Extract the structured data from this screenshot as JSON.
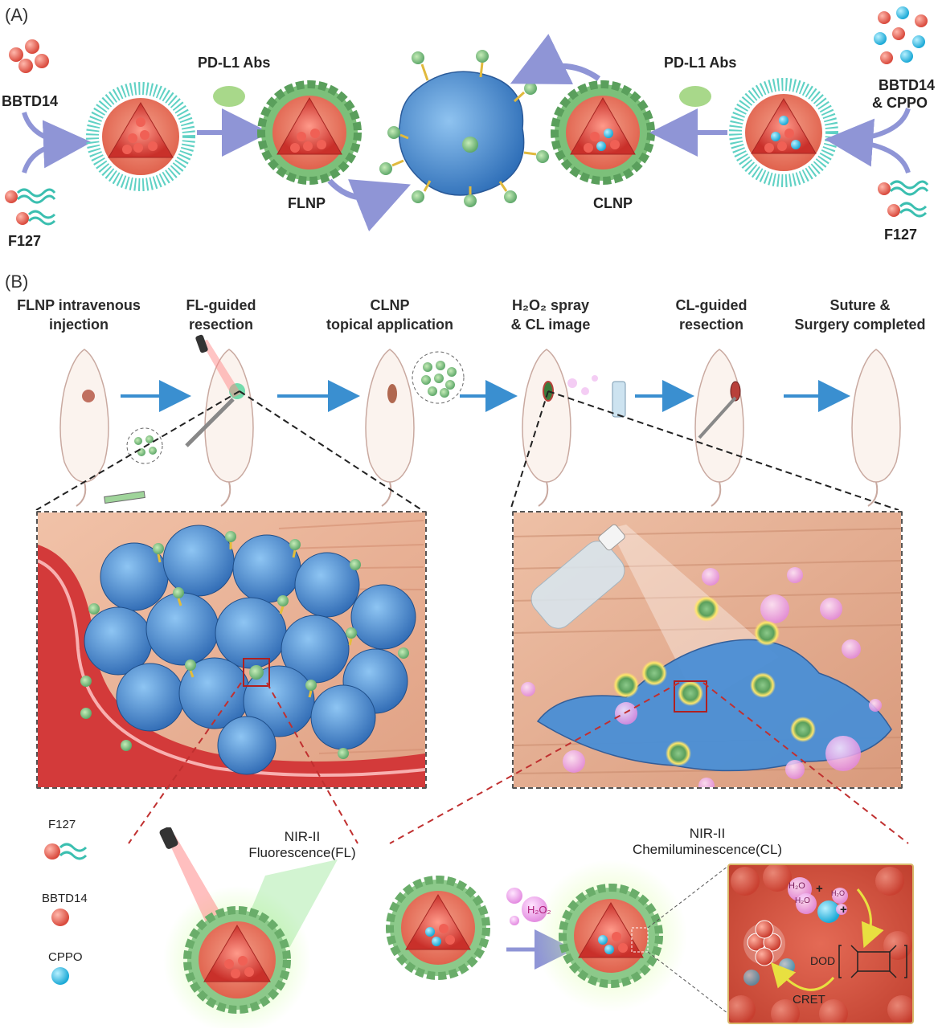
{
  "panel_a": {
    "tag": "(A)",
    "left_dye": "BBTD14",
    "left_polymer": "F127",
    "left_antibody": "PD-L1 Abs",
    "flnp": "FLNP",
    "right_dye_line1": "BBTD14",
    "right_dye_line2": "& CPPO",
    "right_polymer": "F127",
    "right_antibody": "PD-L1 Abs",
    "clnp": "CLNP"
  },
  "panel_b": {
    "tag": "(B)",
    "steps": [
      {
        "line1": "FLNP intravenous",
        "line2": "injection"
      },
      {
        "line1": "FL-guided",
        "line2": "resection"
      },
      {
        "line1": "CLNP",
        "line2": "topical application"
      },
      {
        "line1": "H₂O₂ spray",
        "line2": "& CL image"
      },
      {
        "line1": "CL-guided",
        "line2": "resection"
      },
      {
        "line1": "Suture &",
        "line2": "Surgery completed"
      }
    ],
    "legend": {
      "f127": "F127",
      "bbtd14": "BBTD14",
      "cppo": "CPPO"
    },
    "fl_title_line1": "NIR-II",
    "fl_title_line2": "Fluorescence(FL)",
    "cl_title_line1": "NIR-II",
    "cl_title_line2": "Chemiluminescence(CL)",
    "h2o2": "H₂O₂",
    "dod": "DOD",
    "cret": "CRET",
    "h2o_a": "H₂O",
    "h2o_b": "H₂O",
    "h2o_c": "H₂O",
    "plus": "+"
  },
  "colors": {
    "blue_arrow": "#8f95d6",
    "step_arrow": "#3a8fd0",
    "nanoparticle_green": "#8cc98a",
    "core_red": "#e0473d",
    "shell_orange": "#f08a72",
    "cppo_cyan": "#3fc7e8",
    "tumor_blue": "#4a8fd6",
    "tissue_beige": "#e8b89a"
  }
}
